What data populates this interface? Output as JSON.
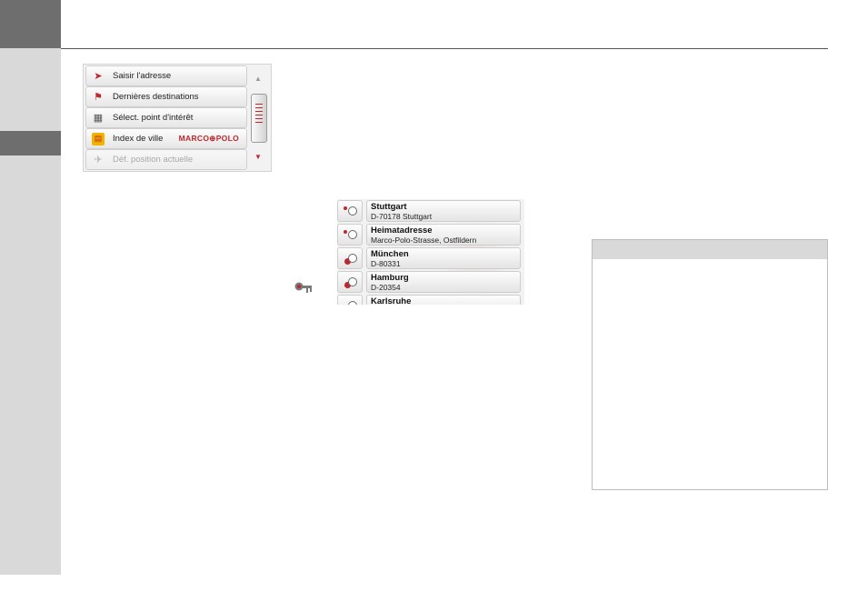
{
  "menu": {
    "items": [
      {
        "label": "Saisir l'adresse",
        "icon": "arrow-pointer-icon",
        "enabled": true
      },
      {
        "label": "Dernières destinations",
        "icon": "flag-icon",
        "enabled": true
      },
      {
        "label": "Sélect. point d'intérêt",
        "icon": "poi-icon",
        "enabled": true
      },
      {
        "label": "Index de ville",
        "icon": "city-index-icon",
        "enabled": true
      },
      {
        "label": "Déf. position actuelle",
        "icon": "satellite-icon",
        "enabled": false
      }
    ],
    "brand": "MARCO⊕POLO"
  },
  "destinations": [
    {
      "name": "Stuttgart",
      "detail": "D-70178 Stuttgart"
    },
    {
      "name": "Heimatadresse",
      "detail": "Marco-Polo-Strasse, Ostfildern"
    },
    {
      "name": "München",
      "detail": "D-80331"
    },
    {
      "name": "Hamburg",
      "detail": "D-20354"
    },
    {
      "name": "Karlsruhe",
      "detail": ""
    }
  ],
  "colors": {
    "accent": "#c0262d",
    "sidebar": "#d9d9d9",
    "sidebar_dark": "#6e6e6e"
  }
}
